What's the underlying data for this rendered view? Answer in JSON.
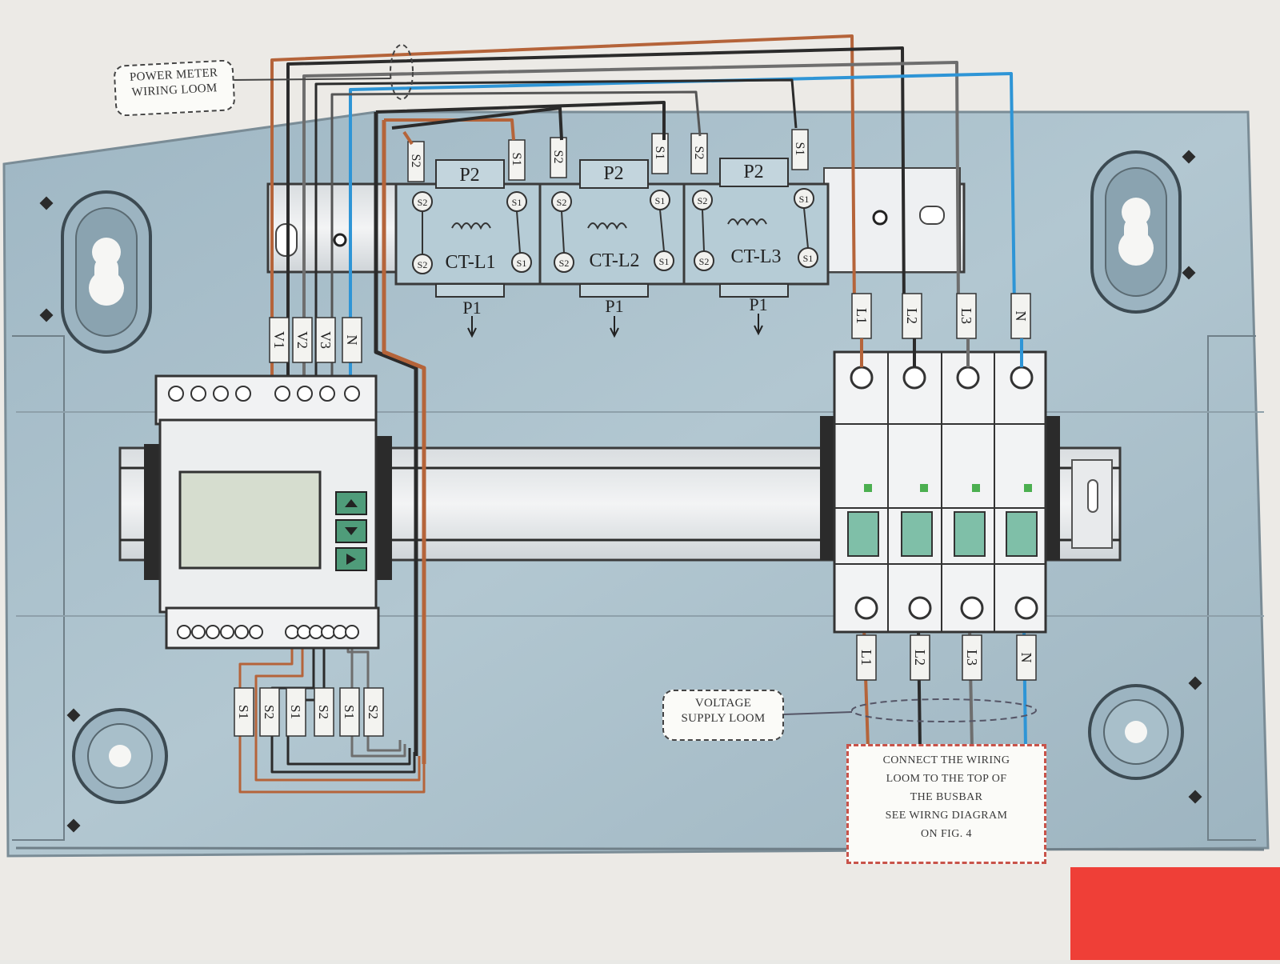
{
  "labels": {
    "power_meter_loom": [
      "POWER METER",
      "WIRING LOOM"
    ],
    "voltage_supply_loom": [
      "VOLTAGE",
      "SUPPLY LOOM"
    ],
    "note": [
      "CONNECT THE WIRING",
      "LOOM TO THE TOP OF",
      "THE BUSBAR",
      "SEE WIRNG DIAGRAM",
      "ON FIG. 4"
    ]
  },
  "ct_modules": [
    {
      "name": "CT-L1",
      "p2": "P2",
      "p1": "P1",
      "s2": "S2",
      "s1": "S1"
    },
    {
      "name": "CT-L2",
      "p2": "P2",
      "p1": "P1",
      "s2": "S2",
      "s1": "S1"
    },
    {
      "name": "CT-L3",
      "p2": "P2",
      "p1": "P1",
      "s2": "S2",
      "s1": "S1"
    }
  ],
  "meter_voltage_tags": [
    "V1",
    "V2",
    "V3",
    "N"
  ],
  "breaker_top_tags": [
    "L1",
    "L2",
    "L3",
    "N"
  ],
  "breaker_bottom_tags": [
    "L1",
    "L2",
    "L3",
    "N"
  ],
  "meter_ct_tags": [
    "S1",
    "S2",
    "S1",
    "S2",
    "S1",
    "S2"
  ],
  "colors": {
    "panel": "#a9c0cc",
    "wire_brown": "#b5643a",
    "wire_black": "#2b2b2b",
    "wire_grey": "#6e6e6e",
    "wire_blue": "#2e95d6",
    "note_border": "#c8534a",
    "red_corner": "#ef3f37"
  }
}
